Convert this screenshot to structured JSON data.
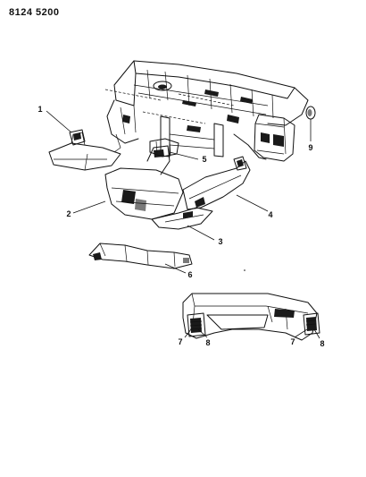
{
  "header": {
    "part_number": "8124 5200"
  },
  "callouts": {
    "c1": "1",
    "c2": "2",
    "c3": "3",
    "c4": "4",
    "c5": "5",
    "c6": "6",
    "c7_left": "7",
    "c8_left": "8",
    "c7_right": "7",
    "c8_right": "8",
    "c9": "9"
  }
}
